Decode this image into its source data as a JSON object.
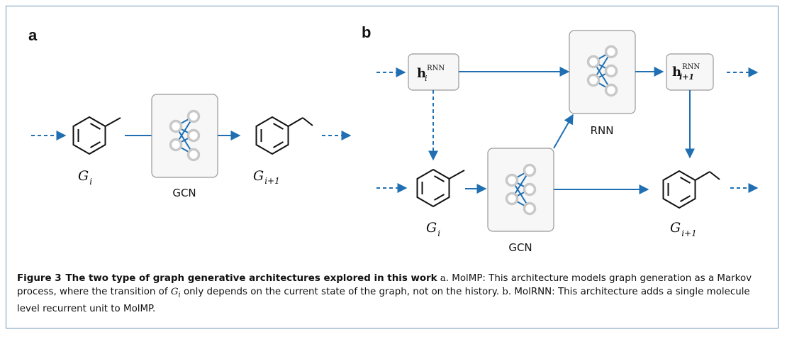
{
  "panels": {
    "a": {
      "letter": "a",
      "input_graph": {
        "symbol": "G",
        "subscript": "i"
      },
      "model_label": "GCN",
      "output_graph": {
        "symbol": "G",
        "subscript": "i+1"
      }
    },
    "b": {
      "letter": "b",
      "hidden_state": {
        "symbol": "h",
        "superscript": "RNN",
        "subscript": "i"
      },
      "hidden_state_next": {
        "symbol": "h",
        "superscript": "RNN",
        "subscript": "i+1"
      },
      "rnn_label": "RNN",
      "gcn_label": "GCN",
      "input_graph": {
        "symbol": "G",
        "subscript": "i"
      },
      "output_graph": {
        "symbol": "G",
        "subscript": "i+1"
      }
    }
  },
  "caption": {
    "figure_number": "Figure 3",
    "title": "The two type of graph generative architectures explored in this work",
    "part_a_marker": "a",
    "part_a_text_1": ". MolMP: This architecture models graph generation as a Markov process, where the transition of ",
    "math_symbol": "G",
    "math_subscript": "i",
    "part_a_text_2": " only depends on the current state of the graph, not on the history. ",
    "part_b_marker": "b",
    "part_b_text": ". MolRNN: This architecture adds a single molecule level recurrent unit to MolMP."
  },
  "colors": {
    "arrow": "#1f6fb2",
    "box_stroke": "#999999",
    "box_fill": "#f7f7f7",
    "node": "#c8c8c8",
    "frame": "#6d95b7"
  }
}
